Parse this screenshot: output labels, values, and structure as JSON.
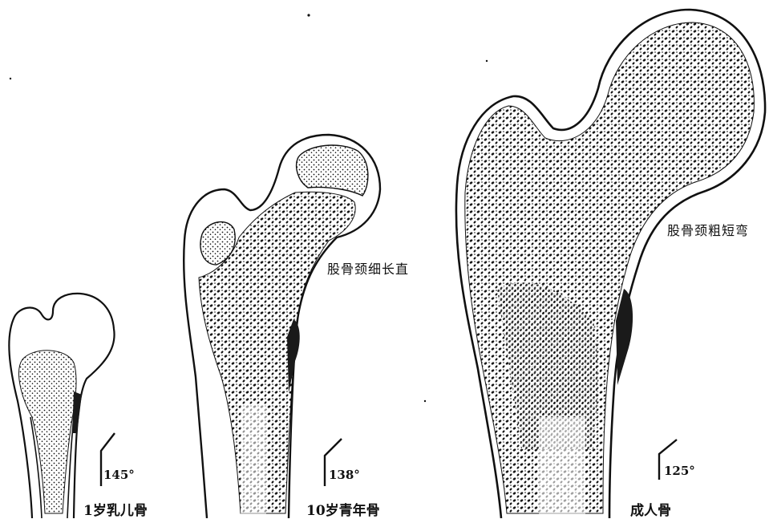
{
  "bones": [
    {
      "caption": "1岁乳儿骨",
      "angle": "145°",
      "neck_note": ""
    },
    {
      "caption": "10岁青年骨",
      "angle": "138°",
      "neck_note": "股骨颈细长直"
    },
    {
      "caption": "成人骨",
      "angle": "125°",
      "neck_note": "股骨颈粗短弯"
    }
  ],
  "colors": {
    "ink": "#111111",
    "paper": "#ffffff",
    "shading": "#1a1a1a"
  }
}
